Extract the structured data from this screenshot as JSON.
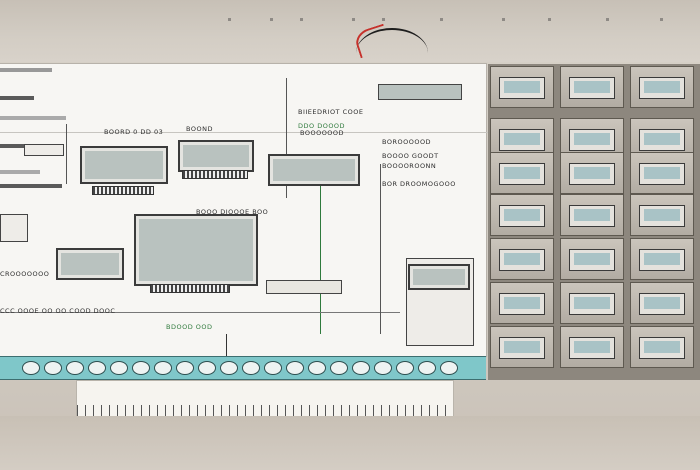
{
  "labels": {
    "l1": "BOORD 0 DD 03",
    "l2": "BOOND",
    "l3": "BIIEEDRIOT COOE",
    "l4": "DDO DOOOD",
    "l5": "BOOOOOOD",
    "l6": "BOROOOOOD",
    "l7": "BOOOO GOODT",
    "l8": "BOOOOROONN",
    "l9": "BOR DROOMOGOOO",
    "l10": "BOOO DIOOOE BOO",
    "l11": "CCC OOOE OO OO COOD DOOC",
    "l12": "BDOOD OOD",
    "l13": "CROOOOOOO"
  },
  "colors": {
    "sheet": "#f7f6f3",
    "band": "#7fc7c9",
    "panel": "#8d877e",
    "screen": "#b9c2bf",
    "accent_red": "#c6312b"
  },
  "icons": {
    "arc": "semicircle-gauge-icon",
    "device": "monitor-icon"
  }
}
